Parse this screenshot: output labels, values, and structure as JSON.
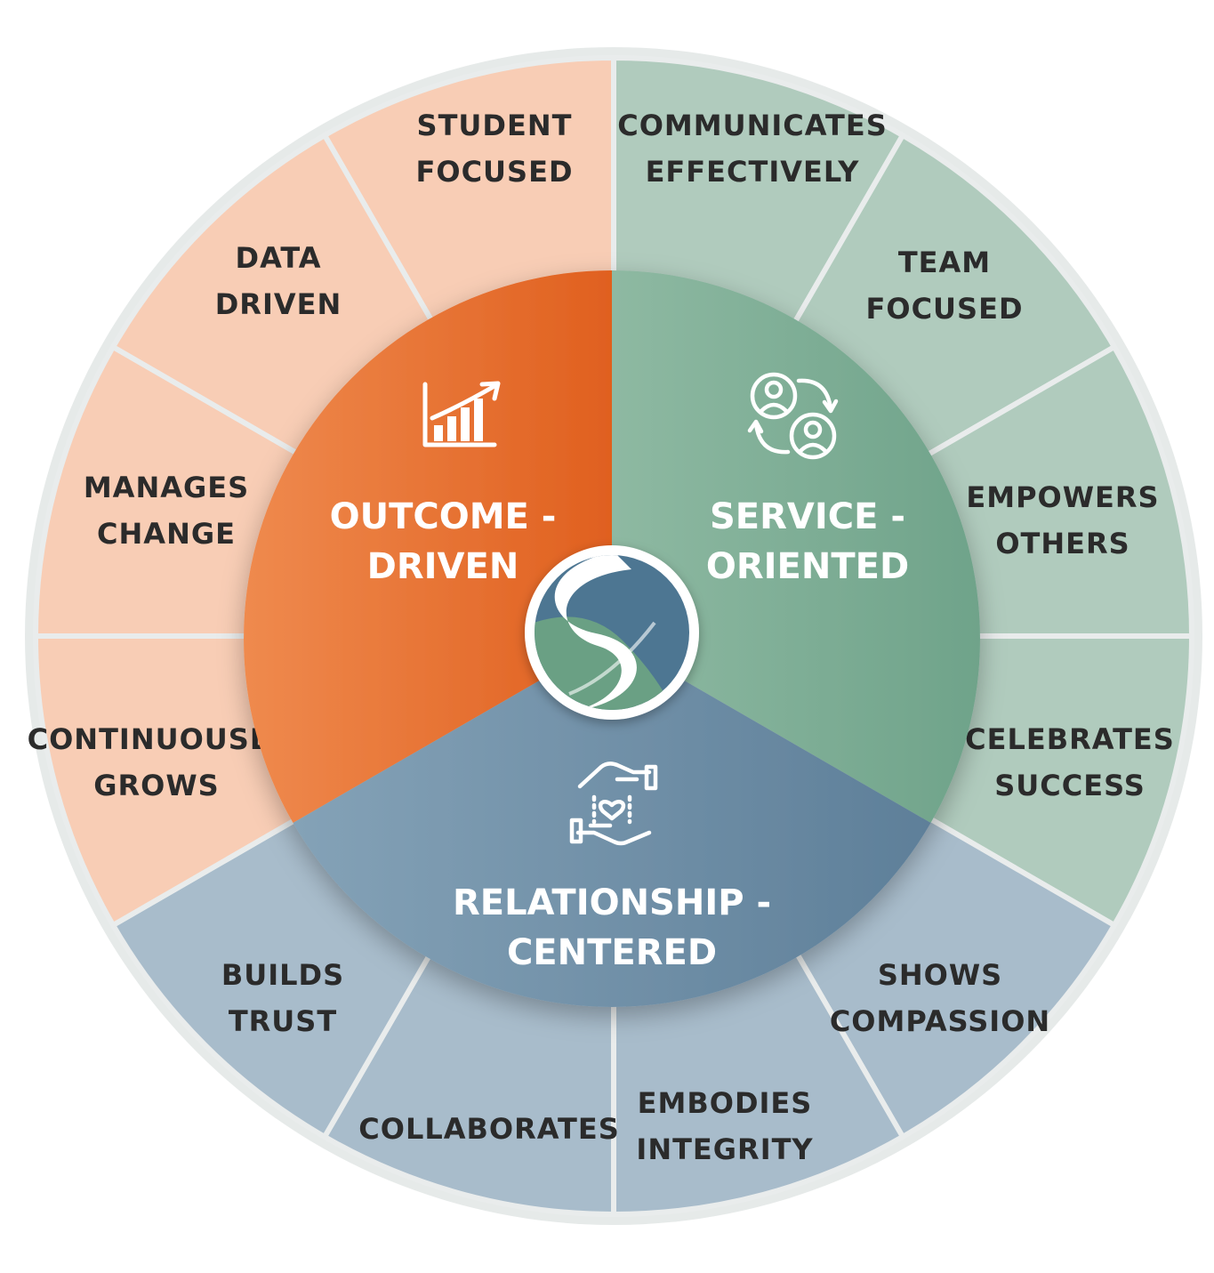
{
  "colors": {
    "outcome_outer": "#f8cdb5",
    "outcome_core_light": "#ef8a4e",
    "outcome_core_dark": "#e0601f",
    "service_outer": "#b0cbbd",
    "service_core_light": "#8eb9a2",
    "service_core_dark": "#6fa38a",
    "relationship_outer": "#a8bccb",
    "relationship_core_light": "#84a2b7",
    "relationship_core_dark": "#5e7f99",
    "logo_blue": "#4d7692",
    "logo_green": "#6aa084",
    "divider": "#e9ecec"
  },
  "core": {
    "outcome": {
      "line1": "OUTCOME -",
      "line2": "DRIVEN",
      "icon": "growth-chart-icon"
    },
    "service": {
      "line1": "SERVICE -",
      "line2": "ORIENTED",
      "icon": "people-exchange-icon"
    },
    "relationship": {
      "line1": "RELATIONSHIP -",
      "line2": "CENTERED",
      "icon": "caring-hands-heart-icon"
    }
  },
  "logo": {
    "icon": "s-leaf-logo"
  },
  "outer": {
    "student_focused": {
      "line1": "STUDENT",
      "line2": "FOCUSED"
    },
    "communicates_effectively": {
      "line1": "COMMUNICATES",
      "line2": "EFFECTIVELY"
    },
    "team_focused": {
      "line1": "TEAM",
      "line2": "FOCUSED"
    },
    "empowers_others": {
      "line1": "EMPOWERS",
      "line2": "OTHERS"
    },
    "celebrates_success": {
      "line1": "CELEBRATES",
      "line2": "SUCCESS"
    },
    "shows_compassion": {
      "line1": "SHOWS",
      "line2": "COMPASSION"
    },
    "embodies_integrity": {
      "line1": "EMBODIES",
      "line2": "INTEGRITY"
    },
    "collaborates": {
      "line1": "COLLABORATES"
    },
    "builds_trust": {
      "line1": "BUILDS",
      "line2": "TRUST"
    },
    "continuously_grows": {
      "line1": "CONTINUOUSLY",
      "line2": "GROWS"
    },
    "manages_change": {
      "line1": "MANAGES",
      "line2": "CHANGE"
    },
    "data_driven": {
      "line1": "DATA",
      "line2": "DRIVEN"
    }
  }
}
